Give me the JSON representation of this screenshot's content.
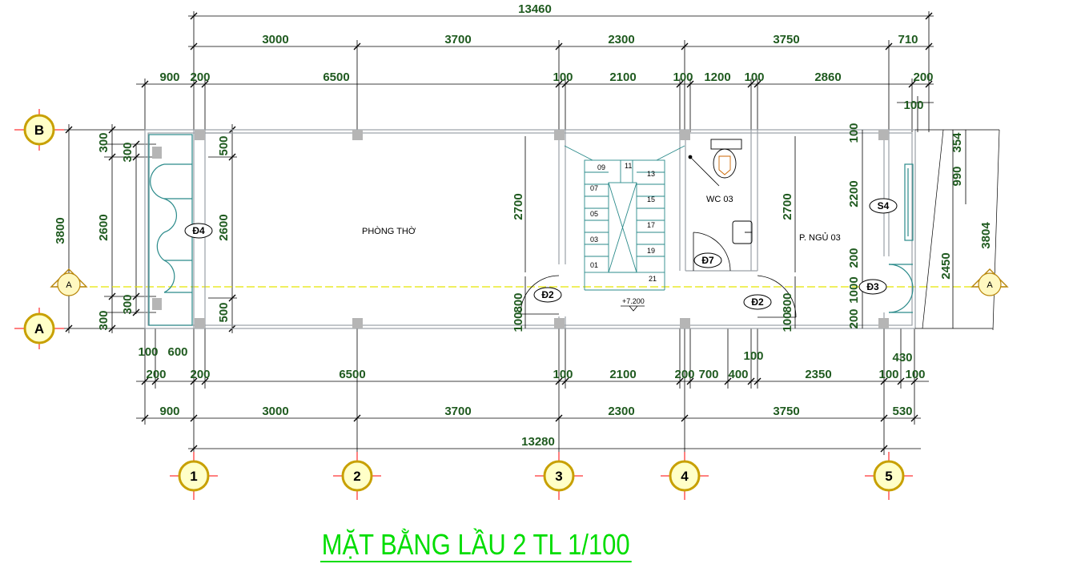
{
  "title": "MẶT BẰNG LẦU 2 TL 1/100",
  "colors": {
    "dimension": "#1f5a1f",
    "title": "#00dd00",
    "axis": "#e5e500",
    "grid_mark": "#ff0000",
    "wall": "#9aa0a6",
    "fixture": "#2a8a8a"
  },
  "top_dims": {
    "overall": "13460",
    "row2": [
      "3000",
      "3700",
      "2300",
      "3750",
      "710"
    ],
    "row3": [
      "900",
      "200",
      "6500",
      "100",
      "2100",
      "100",
      "1200",
      "100",
      "2860",
      "200"
    ],
    "extra": "100"
  },
  "bottom_dims": {
    "row1a": [
      "100",
      "600"
    ],
    "row1b": [
      "100",
      "430"
    ],
    "row2": [
      "200",
      "200",
      "6500",
      "100",
      "2100",
      "200",
      "700",
      "400",
      "2350",
      "100",
      "100"
    ],
    "row3": [
      "900",
      "3000",
      "3700",
      "2300",
      "3750",
      "530"
    ],
    "overall": "13280"
  },
  "left_dims": {
    "outer": "3800",
    "mid": [
      "300",
      "2600",
      "300"
    ],
    "inner": [
      "300",
      "300"
    ],
    "wall": [
      "500",
      "2600",
      "500"
    ]
  },
  "right_dims": {
    "stair": "2700",
    "room": [
      "2700",
      "800",
      "100"
    ],
    "stair_bottom": [
      "800",
      "100"
    ],
    "col5": [
      "100",
      "2200",
      "200",
      "1000",
      "200"
    ],
    "outer": [
      "990",
      "2450",
      "3804"
    ],
    "top": "354"
  },
  "rooms": {
    "worship": "PHÒNG THỜ",
    "wc": "WC 03",
    "bedroom": "P. NGỦ 03"
  },
  "stair_steps": [
    "09",
    "11",
    "13",
    "07",
    "15",
    "05",
    "17",
    "03",
    "19",
    "01",
    "21"
  ],
  "level": "+7.200",
  "door_tags": [
    "Đ4",
    "Đ2",
    "Đ7",
    "Đ2",
    "Đ3",
    "S4"
  ],
  "grid_cols": [
    "1",
    "2",
    "3",
    "4",
    "5"
  ],
  "grid_rows": [
    "B",
    "A"
  ],
  "section_marks": [
    "A",
    "A"
  ]
}
